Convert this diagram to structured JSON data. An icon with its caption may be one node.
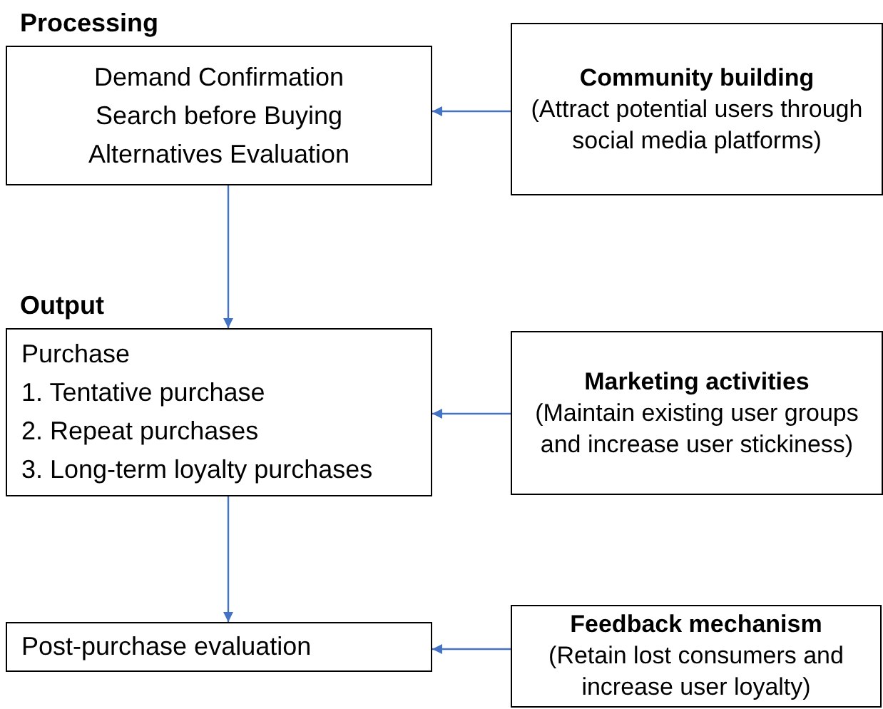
{
  "diagram": {
    "nodes": [
      {
        "text": [
          "Processing",
          "Demand Confirmation",
          "Search before Buying",
          "Alternatives Evaluation"
        ]
      },
      {
        "text": [
          "Community building",
          "(Attract potential users through social media platforms)"
        ]
      },
      {
        "text": [
          "Output",
          "Purchase",
          "1. Tentative purchase",
          "2. Repeat purchases",
          "3. Long-term loyalty purchases"
        ]
      },
      {
        "text": [
          "Marketing activities",
          "(Maintain existing user groups and increase user stickiness)"
        ]
      },
      {
        "text": [
          "Post-purchase evaluation"
        ]
      },
      {
        "text": [
          "Feedback mechanism",
          "(Retain lost consumers and increase user loyalty)"
        ]
      }
    ],
    "edges": [
      {
        "from": 1,
        "to": 0,
        "arrow": "to"
      },
      {
        "from": 0,
        "to": 2,
        "arrow": "to"
      },
      {
        "from": 3,
        "to": 2,
        "arrow": "to"
      },
      {
        "from": 2,
        "to": 4,
        "arrow": "to"
      },
      {
        "from": 5,
        "to": 4,
        "arrow": "to"
      }
    ]
  }
}
